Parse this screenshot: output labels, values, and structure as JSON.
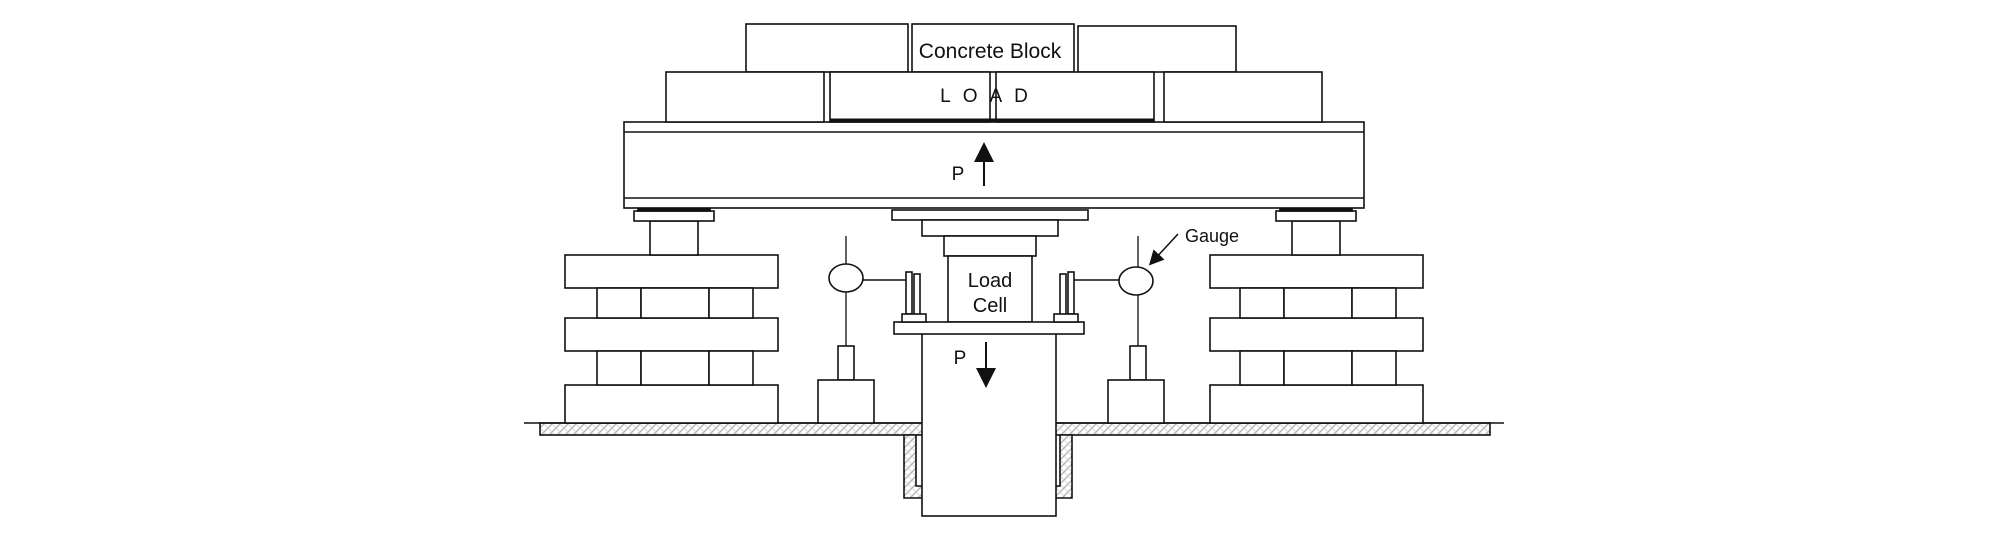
{
  "labels": {
    "concrete_block": "Concrete Block",
    "load": "LOAD",
    "force_up": "P",
    "force_down": "P",
    "load_cell_line1": "Load",
    "load_cell_line2": "Cell",
    "gauge": "Gauge"
  },
  "colors": {
    "line": "#111111",
    "background": "#ffffff",
    "ground_hatch": "#bdbdbd"
  }
}
